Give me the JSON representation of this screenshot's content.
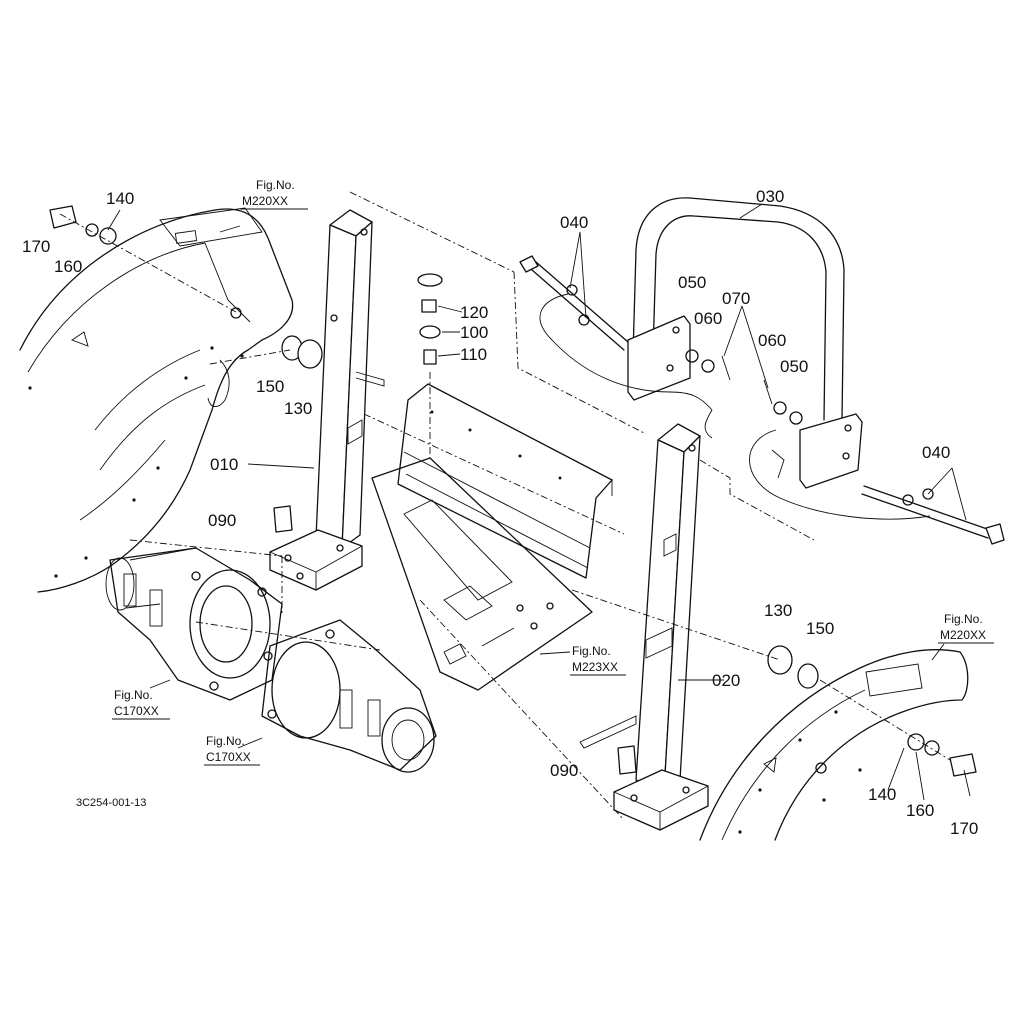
{
  "labels": {
    "p010": "010",
    "p020": "020",
    "p030": "030",
    "p040a": "040",
    "p040b": "040",
    "p050a": "050",
    "p050b": "050",
    "p060a": "060",
    "p060b": "060",
    "p070": "070",
    "p090a": "090",
    "p090b": "090",
    "p100": "100",
    "p110": "110",
    "p120": "120",
    "p130a": "130",
    "p130b": "130",
    "p140a": "140",
    "p140b": "140",
    "p150a": "150",
    "p150b": "150",
    "p160a": "160",
    "p160b": "160",
    "p170a": "170",
    "p170b": "170"
  },
  "figrefs": {
    "ref_left_fender": {
      "title": "Fig.No.",
      "code": "M220XX"
    },
    "ref_right_fender": {
      "title": "Fig.No.",
      "code": "M220XX"
    },
    "ref_floor": {
      "title": "Fig.No.",
      "code": "M223XX"
    },
    "ref_axle_left": {
      "title": "Fig.No.",
      "code": "C170XX"
    },
    "ref_axle_right": {
      "title": "Fig.No.",
      "code": "C170XX"
    }
  },
  "drawing_code": "3C254-001-13"
}
